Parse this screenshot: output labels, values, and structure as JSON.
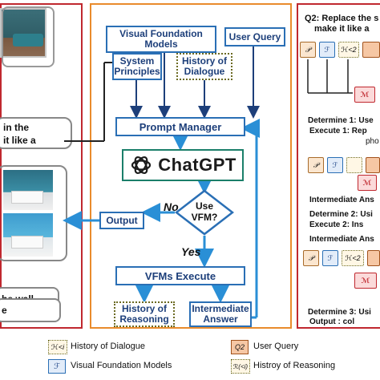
{
  "left_panel": {
    "bubble1_lines": [
      "in the",
      "it like a"
    ],
    "bubble2_text": "he wall",
    "bubble3_text": "e"
  },
  "center": {
    "vfm_label": "Visual Foundation Models",
    "user_query_label": "User Query",
    "system_principles_label": "System Principles",
    "history_dialogue_label": "History of Dialogue",
    "prompt_manager_label": "Prompt Manager",
    "chatgpt_label": "ChatGPT",
    "decision_label": "Use VFM?",
    "no_label": "No",
    "yes_label": "Yes",
    "output_label": "Output",
    "vfms_execute_label": "VFMs Execute",
    "history_reasoning_label": "History of Reasoning",
    "intermediate_answer_label": "Intermediate Answer"
  },
  "right_panel": {
    "q2_line1": "Q2: Replace the s",
    "q2_line2": "make it like a",
    "det1_line": "Determine 1: Use",
    "exec1_line": "Execute      1: Rep",
    "exec1_cont": "pho",
    "inter_ans1": "Intermediate Ans",
    "det2_line": "Determine 2: Usi",
    "exec2_line": "Execute      2: Ins",
    "inter_ans2": "Intermediate Ans",
    "det3_line": "Determine 3: Usi",
    "output_line": "Output          : col",
    "tok_p": "𝒫",
    "tok_f": "ℱ",
    "tok_h": "ℋ<2",
    "tok_m": "ℳ"
  },
  "legend": {
    "items": [
      {
        "label": "History of Dialogue",
        "icon": "ℋ<i"
      },
      {
        "label": "User Query",
        "icon": "Q2"
      },
      {
        "label": "Visual Foundation Models",
        "icon": "ℱ"
      },
      {
        "label": "Histroy of Reasoning",
        "icon": "ℛ(<i)"
      }
    ]
  },
  "colors": {
    "left_border": "#c0282f",
    "center_border": "#e98b2c",
    "right_border": "#c0282f",
    "flow_blue": "#2a8fd6",
    "box_blue": "#2a6fb5",
    "chatgpt_green": "#1b7f6a"
  }
}
